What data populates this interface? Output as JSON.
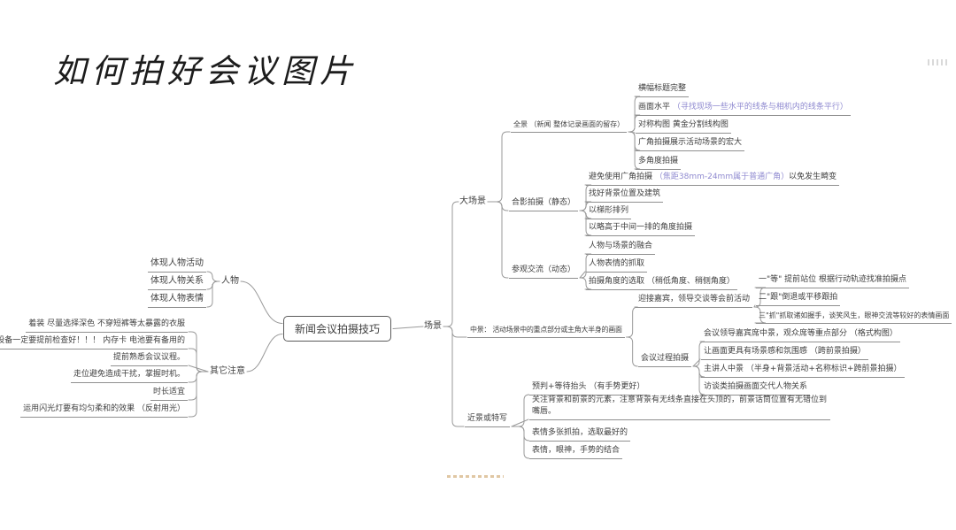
{
  "title": "如何拍好会议图片",
  "colors": {
    "text": "#3f3f3f",
    "line": "#9a9a9a",
    "accent_purple": "#8f8ad0",
    "watermark": "#d8b98c"
  },
  "mindmap": {
    "central": "新闻会议拍摄技巧",
    "people": {
      "label": "人物",
      "children": [
        "体现人物活动",
        "体现人物关系",
        "体现人物表情"
      ]
    },
    "other_notes": {
      "label": "其它注意",
      "children": [
        "着装 尽量选择深色 不穿短裤等太暴露的衣服",
        "设备一定要提前检查好！！！ 内存卡 电池要有备用的",
        "提前熟悉会议议程。",
        "走位避免造成干扰，掌握时机。",
        "时长适宜",
        "运用闪光灯要有均匀柔和的效果 （反射用光）"
      ]
    },
    "scene": {
      "label": "场景"
    },
    "big_scene": {
      "label": "大场景"
    },
    "panorama": {
      "label": "全景 （新闻 整体记录画面的留存）",
      "children": [
        "横幅标题完整",
        {
          "black": "画面水平 ",
          "purple": "（寻找现场一些水平的线条与相机内的线条平行）"
        },
        "对称构图 黄金分割线构图",
        "广角拍摄展示活动场景的宏大",
        "多角度拍摄"
      ]
    },
    "group_photo": {
      "label": "合影拍摄（静态）",
      "children": [
        {
          "black": "避免使用广角拍摄 ",
          "purple": "（焦距38mm-24mm属于普通广角）",
          "black2": "以免发生畸变"
        },
        "找好背景位置及建筑",
        "以梯形排列",
        "以略高于中间一排的角度拍摄"
      ]
    },
    "visit_exchange": {
      "label": "参观交流（动态）",
      "children": [
        "人物与场景的融合",
        "人物表情的抓取",
        "拍摄角度的选取 （稍低角度、稍侧角度）"
      ]
    },
    "medium_shot": {
      "label": "中景： 活动场景中的重点部分或主角大半身的画面"
    },
    "pre_meeting": {
      "label": "迎接嘉宾，领导交谈等会前活动",
      "children": [
        "一\"等\" 提前站位 根据行动轨迹找准拍摄点",
        "二\"跟\"倒退或平移跟拍",
        "三\"抓\"抓取诸如握手，谈笑风生，眼神交流等较好的表情画面"
      ]
    },
    "meeting_process": {
      "label": "会议过程拍摄",
      "children": [
        "会议领导嘉宾席中景，观众席等重点部分 （格式构图）",
        "让画面更具有场景感和氛围感 （跨前景拍摄）",
        "主讲人中景 （半身+背景活动+名称标识+跨前景拍摄）",
        "访谈类拍摄画面交代人物关系"
      ]
    },
    "closeup": {
      "label": "近景或特写",
      "children": [
        "预判+等待抬头 （有手势更好）",
        "关注背景和前景的元素，注意背景有无线条直接在头顶的，前景话筒位置有无错位到嘴唇。",
        "表情多张抓拍，选取最好的",
        "表情，眼神，手势的结合"
      ]
    }
  }
}
